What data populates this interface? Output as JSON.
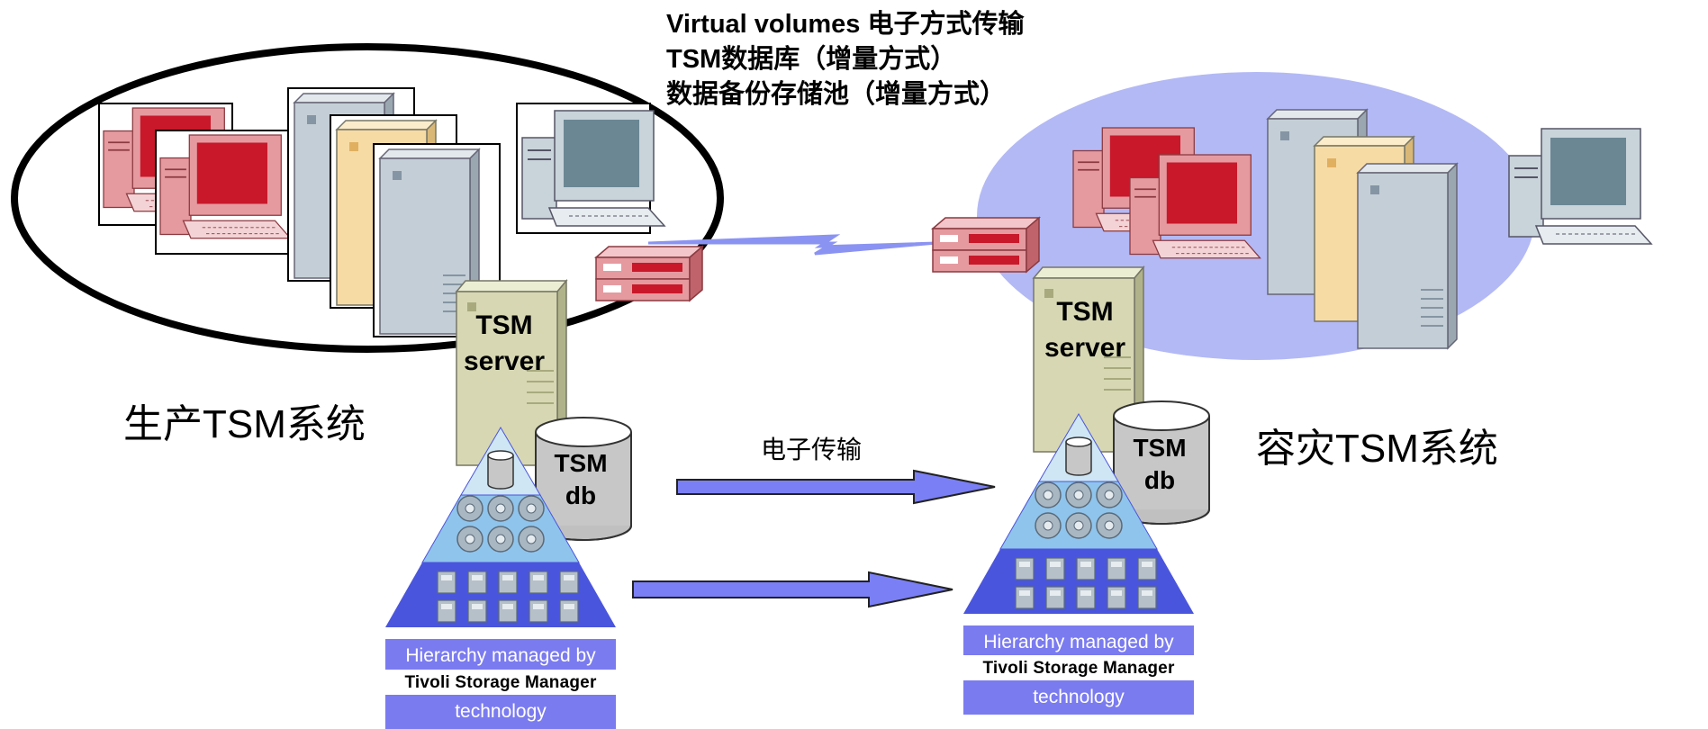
{
  "notes": {
    "line1": "Virtual volumes 电子方式传输",
    "line2": "TSM数据库（增量方式）",
    "line3": "数据备份存储池（增量方式）"
  },
  "left_site": {
    "label": "生产TSM系统",
    "server_line1": "TSM",
    "server_line2": "server",
    "db_line1": "TSM",
    "db_line2": "db",
    "band_top": "Hierarchy managed by",
    "band_mid": "Tivoli Storage Manager",
    "band_bot": "technology"
  },
  "right_site": {
    "label": "容灾TSM系统",
    "server_line1": "TSM",
    "server_line2": "server",
    "db_line1": "TSM",
    "db_line2": "db",
    "band_top": "Hierarchy managed by",
    "band_mid": "Tivoli Storage Manager",
    "band_bot": "technology"
  },
  "transfer_label": "电子传输",
  "colors": {
    "oval_fill": "#b3b9f5",
    "band_fill": "#7b7bf0",
    "arrow_fill": "#7b7ff5",
    "red_pc": "#c8182a",
    "tower_grey": "#c4ced6",
    "tower_beige": "#f7dba5",
    "tsm_server": "#d7d8b3",
    "pyramid_top": "#cfe6f4",
    "pyramid_mid": "#8fc4ec",
    "pyramid_bot": "#4a55dd"
  }
}
